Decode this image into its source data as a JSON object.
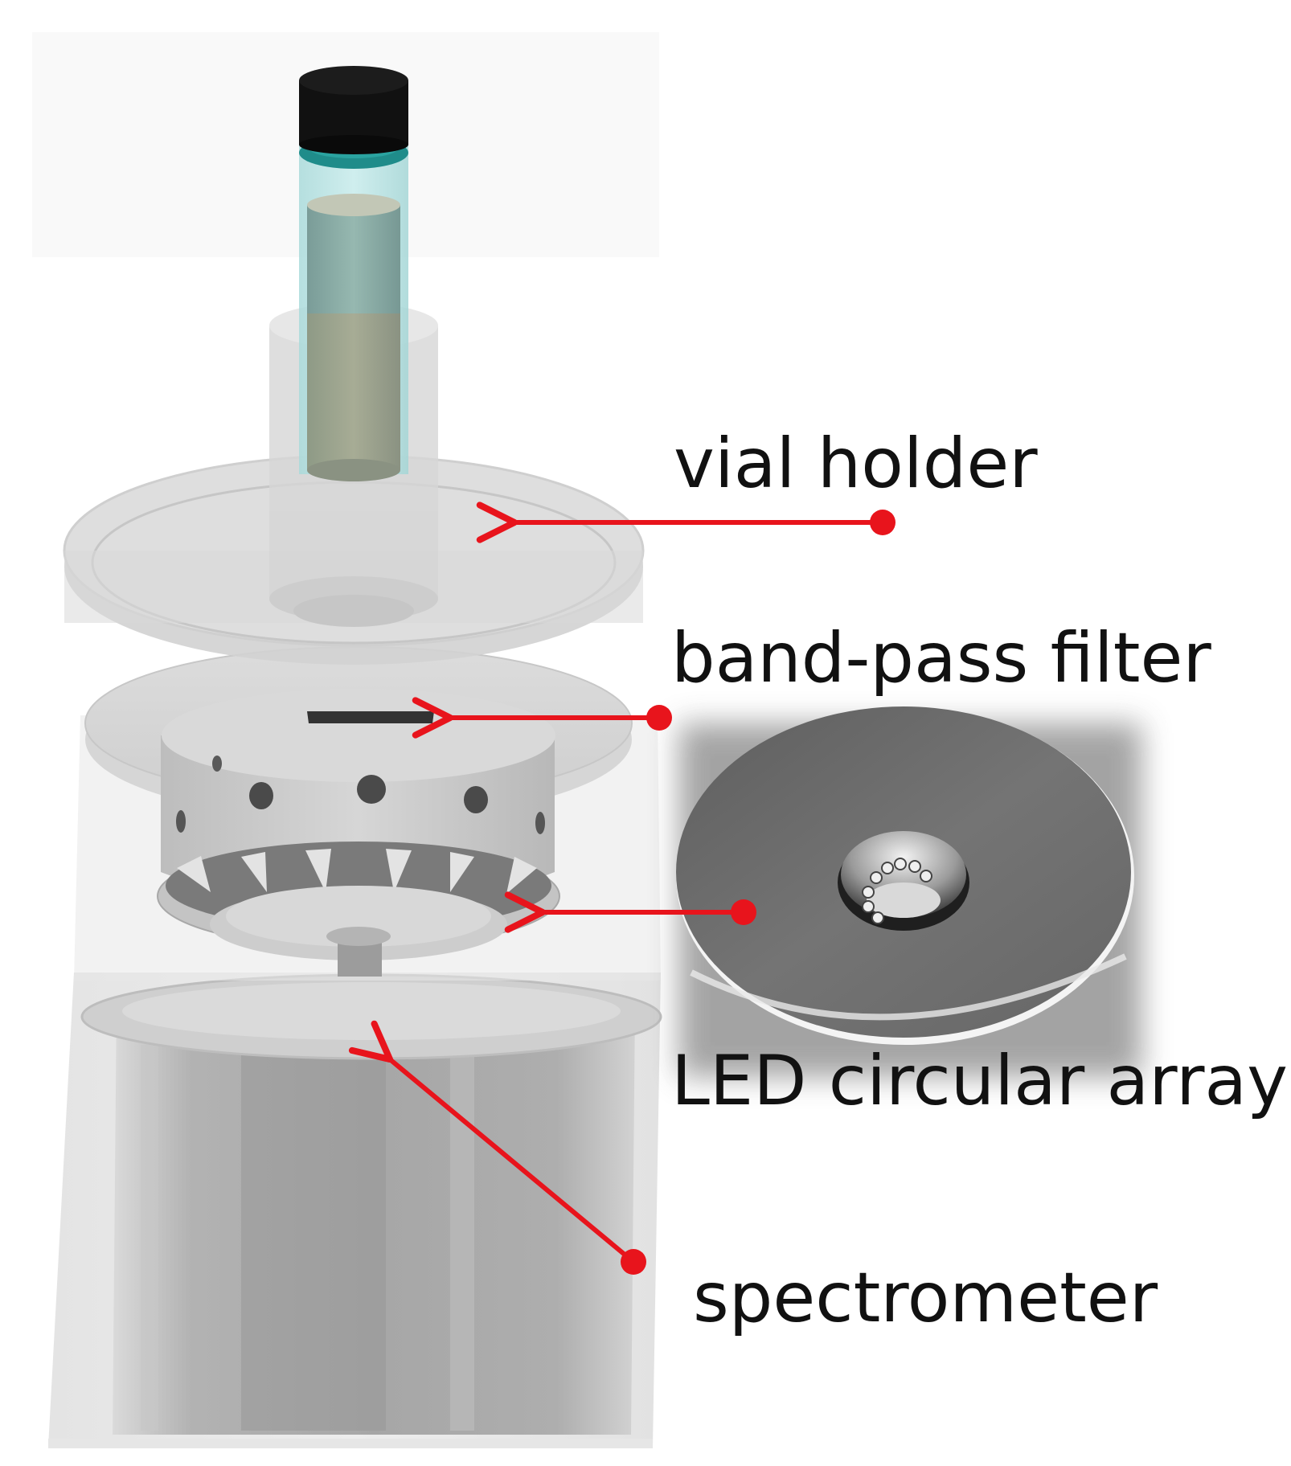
{
  "labels": {
    "vial_holder": "vial holder",
    "band_pass_filter": "band-pass filter",
    "led_array": "LED circular array",
    "spectrometer": "spectrometer"
  },
  "colors": {
    "arrow": "#e8141c",
    "label_text": "#111111",
    "vial_cap": "#111111",
    "liquid_teal": "#1f8c8a",
    "housing_gray": "#c9c9c9",
    "led_plate": "#6e6e6e"
  }
}
